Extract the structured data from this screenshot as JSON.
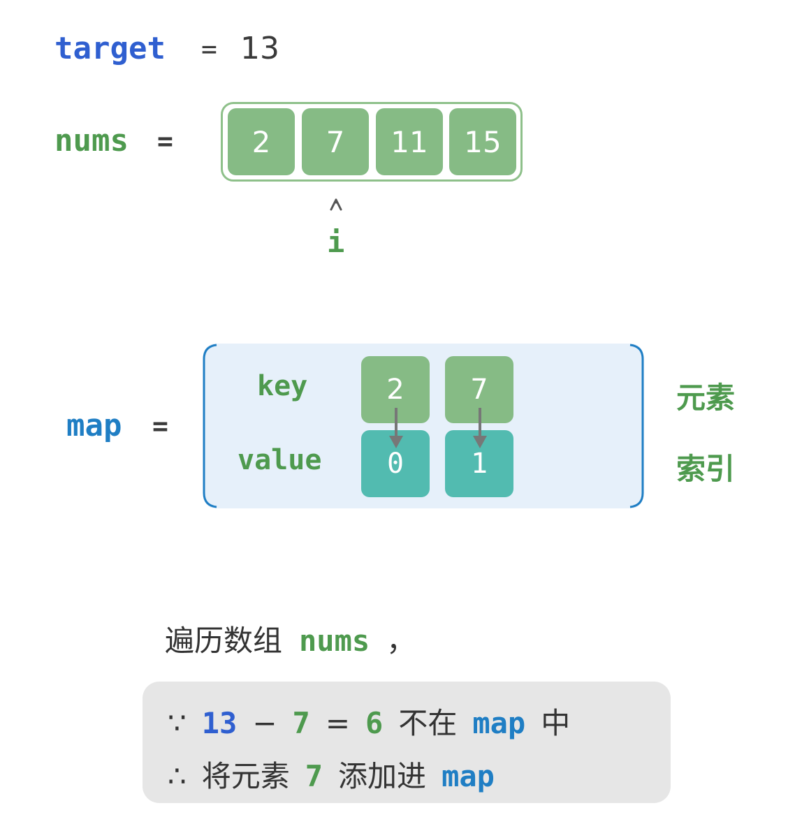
{
  "target": {
    "label": "target",
    "equals": "=",
    "value": "13"
  },
  "nums": {
    "label": "nums",
    "equals": "=",
    "values": [
      "2",
      "7",
      "11",
      "15"
    ]
  },
  "pointer": {
    "label": "i",
    "index": 1
  },
  "map": {
    "label": "map",
    "equals": "=",
    "key_label": "key",
    "value_label": "value",
    "keys": [
      "2",
      "7"
    ],
    "values": [
      "0",
      "1"
    ],
    "key_caption": "元素",
    "value_caption": "索引"
  },
  "caption": {
    "text": "遍历数组",
    "nums": "nums",
    "comma": "，"
  },
  "note": {
    "line1": {
      "because": "∵",
      "a": "13",
      "minus": "−",
      "b": "7",
      "eq": "=",
      "c": "6",
      "text": "不在",
      "map": "map",
      "tail": "中"
    },
    "line2": {
      "therefore": "∴",
      "text1": "将元素",
      "value": "7",
      "text2": "添加进",
      "map": "map"
    }
  },
  "colors": {
    "green": "#4e9a4e",
    "cell_green": "#86bb85",
    "teal": "#52bbb0",
    "blue": "#1f7ec4",
    "blue_dark": "#2f5fd0",
    "map_bg": "#e6f0fa",
    "note_bg": "#e6e6e6"
  }
}
